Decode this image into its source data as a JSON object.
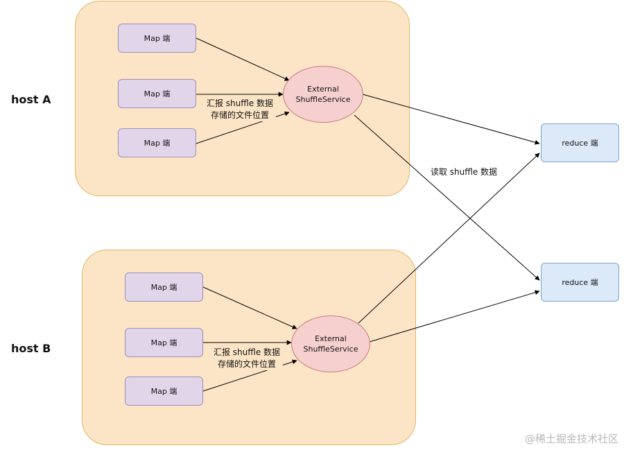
{
  "hosts": [
    {
      "label": "host A",
      "maps": [
        "Map 端",
        "Map 端",
        "Map 端"
      ],
      "service": [
        "External",
        "ShuffleService"
      ],
      "report_label": [
        "汇报 shuffle 数据",
        "存储的文件位置"
      ]
    },
    {
      "label": "host B",
      "maps": [
        "Map 端",
        "Map 端",
        "Map 端"
      ],
      "service": [
        "External",
        "ShuffleService"
      ],
      "report_label": [
        "汇报 shuffle 数据",
        "存储的文件位置"
      ]
    }
  ],
  "reducers": [
    "reduce 端",
    "reduce 端"
  ],
  "read_label": "读取 shuffle 数据",
  "watermark": "@稀土掘金技术社区",
  "colors": {
    "host_fill": "#fce5c6",
    "map_fill": "#e1d5ea",
    "service_fill": "#f6cfcf",
    "reduce_fill": "#dce9f8"
  }
}
